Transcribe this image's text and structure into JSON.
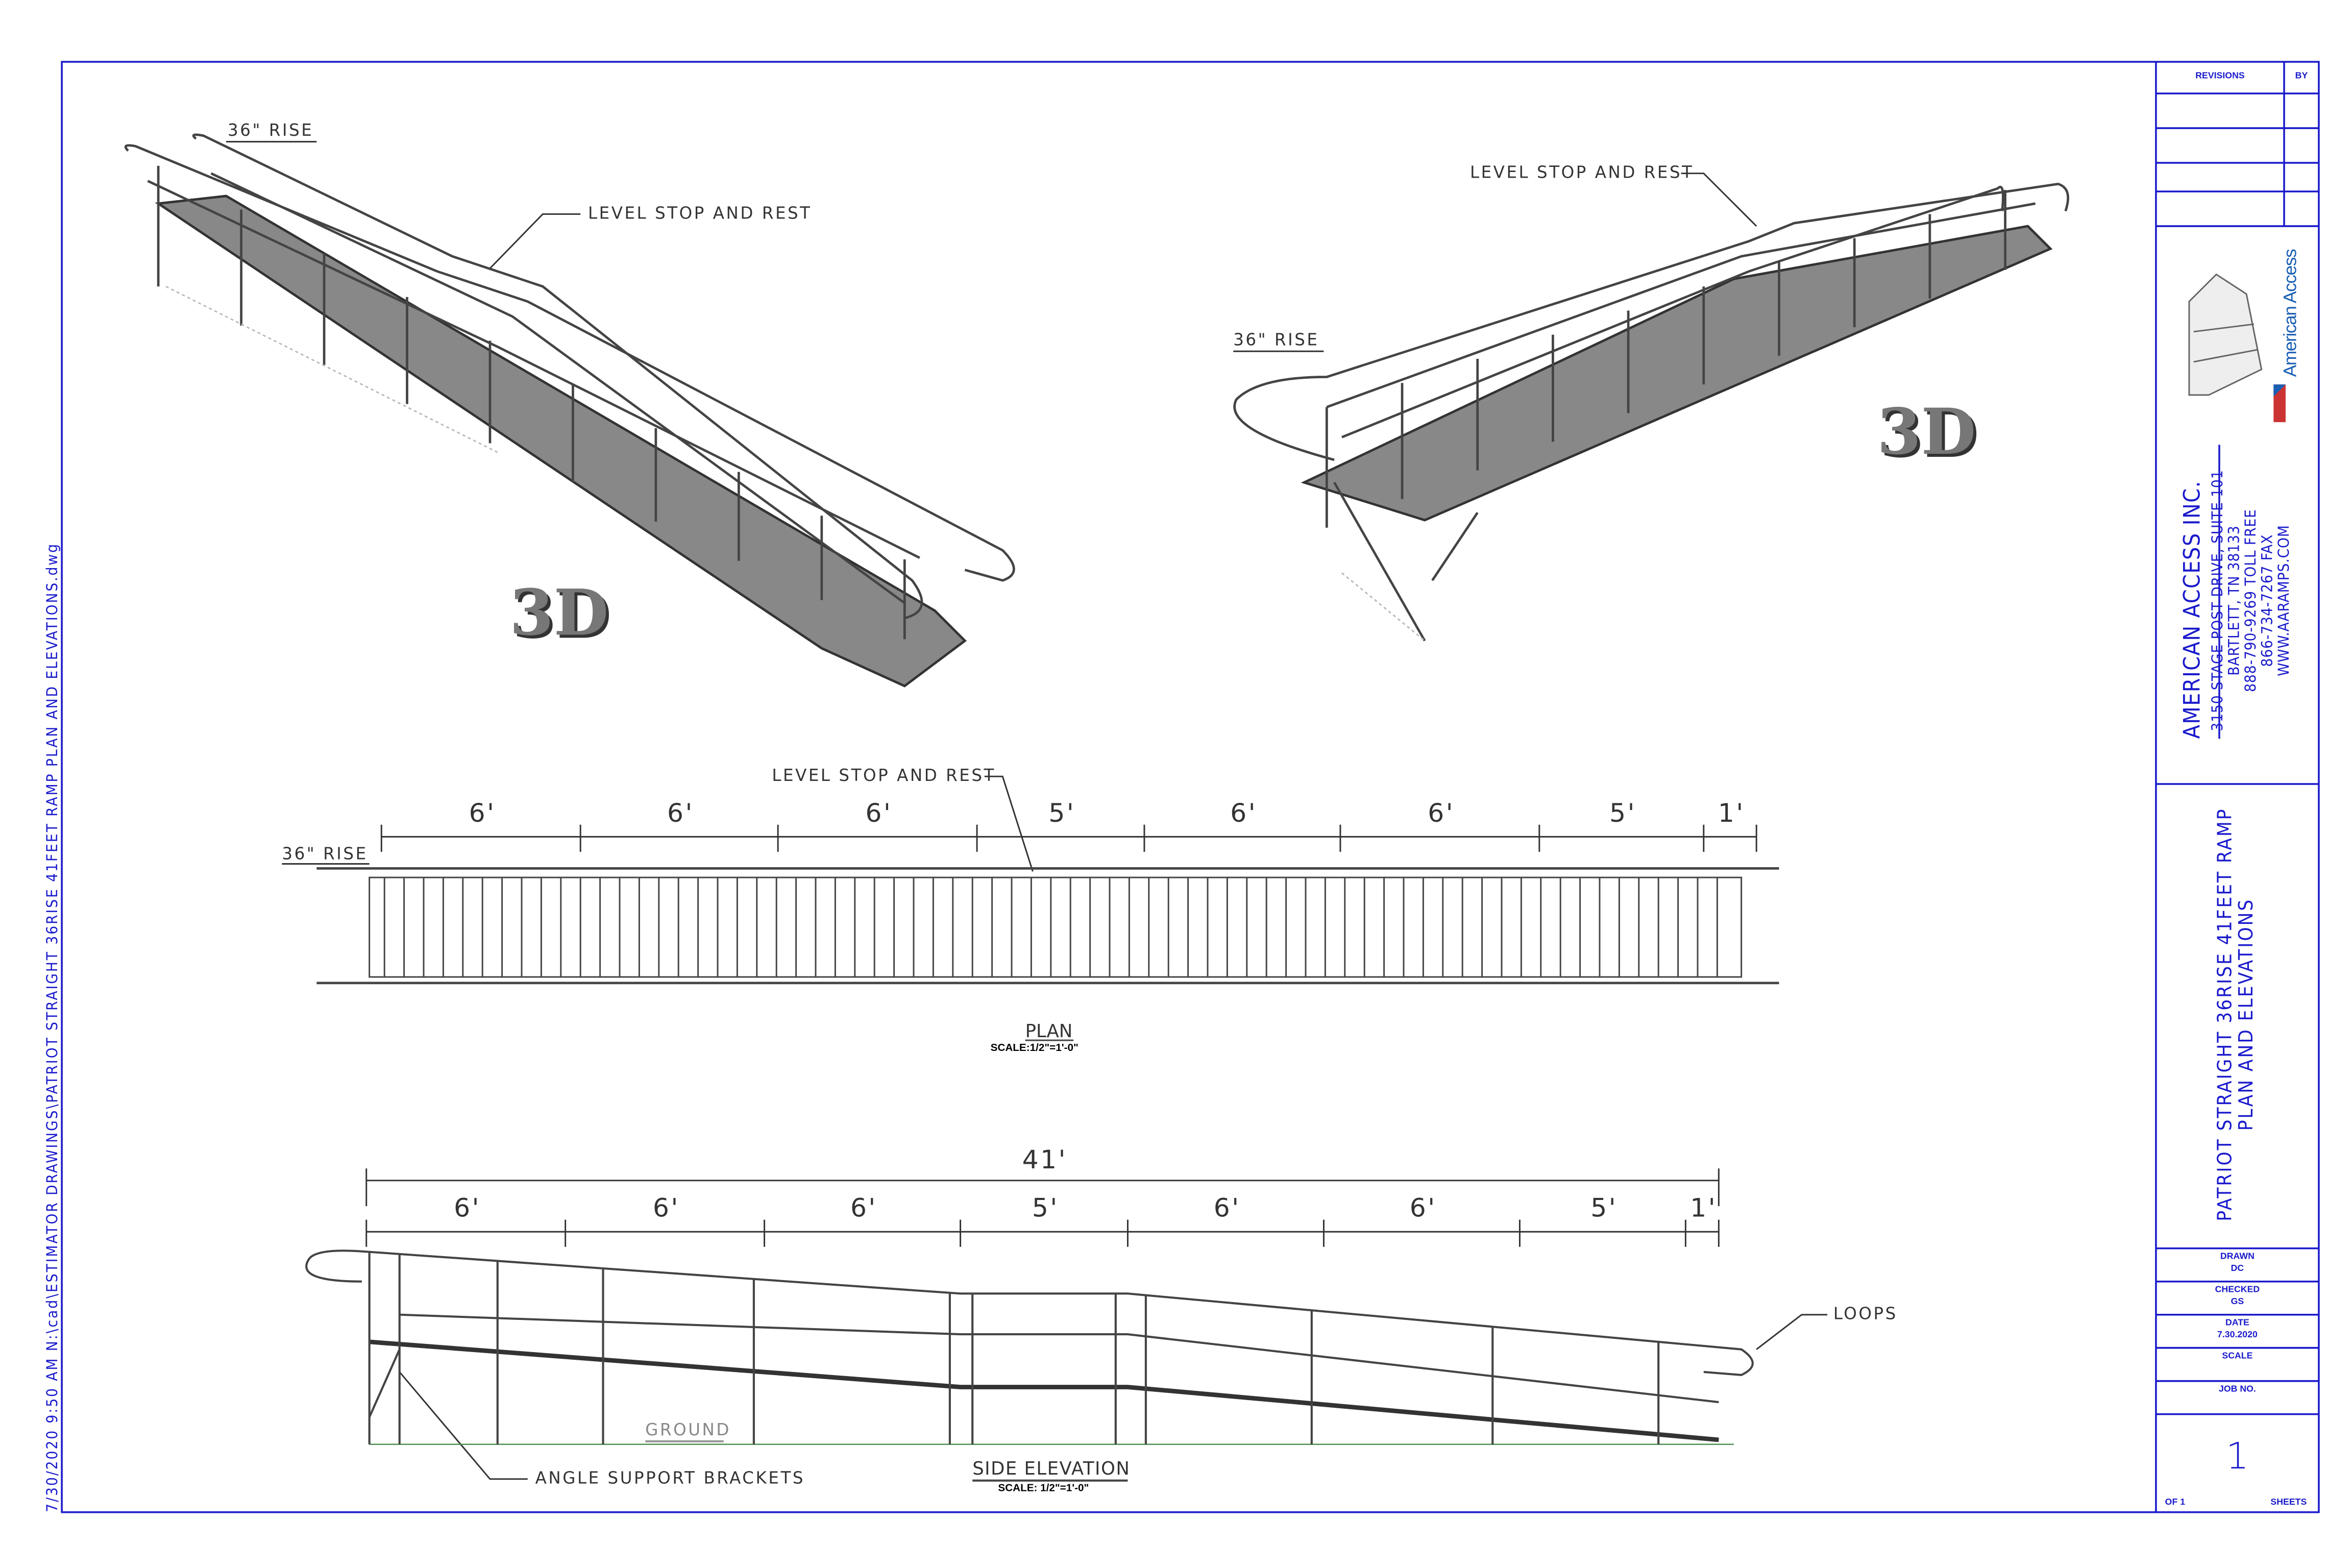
{
  "file_path_stamp": "7/30/2020  9:50  AM  N:\\cad\\ESTIMATOR  DRAWINGS\\PATRIOT  STRAIGHT  36RISE  41FEET  RAMP  PLAN  AND  ELEVATIONS.dwg",
  "iso_left": {
    "rise": "36\" RISE",
    "note": "LEVEL  STOP  AND  REST",
    "badge": "3D"
  },
  "iso_right": {
    "rise": "36\" RISE",
    "note": "LEVEL  STOP  AND  REST",
    "badge": "3D"
  },
  "plan": {
    "note": "LEVEL  STOP  AND  REST",
    "rise": "36\" RISE",
    "title": "PLAN",
    "scale": "SCALE:1/2\"=1'-0\"",
    "segments": [
      "6'",
      "6'",
      "6'",
      "5'",
      "6'",
      "6'",
      "5'",
      "1'"
    ]
  },
  "elevation": {
    "total": "41'",
    "segments": [
      "6'",
      "6'",
      "6'",
      "5'",
      "6'",
      "6'",
      "5'",
      "1'"
    ],
    "loops": "LOOPS",
    "ground": "GROUND",
    "brackets": "ANGLE  SUPPORT  BRACKETS",
    "title": "SIDE  ELEVATION",
    "scale": "SCALE:  1/2\"=1'-0\""
  },
  "title_block": {
    "revisions": "REVISIONS",
    "by": "BY",
    "logo_text": "American Access",
    "company": "AMERICAN  ACCESS  INC.",
    "address": [
      "3150  STAGE  POST  DRIVE,  SUITE  101",
      "BARTLETT,  TN  38133",
      "888-790-9269  TOLL  FREE",
      "866-734-7267  FAX",
      "WWW.AARAMPS.COM"
    ],
    "drawing_title": [
      "PATRIOT  STRAIGHT  36RISE  41FEET  RAMP",
      "PLAN  AND  ELEVATIONS"
    ],
    "drawn_label": "DRAWN",
    "drawn": "DC",
    "checked_label": "CHECKED",
    "checked": "GS",
    "date_label": "DATE",
    "date": "7.30.2020",
    "scale_label": "SCALE",
    "job_label": "JOB  NO.",
    "sheet": "1",
    "of": "OF  1",
    "sheets": "SHEETS"
  },
  "colors": {
    "border": "#1a1acc",
    "steel": "#555555"
  }
}
